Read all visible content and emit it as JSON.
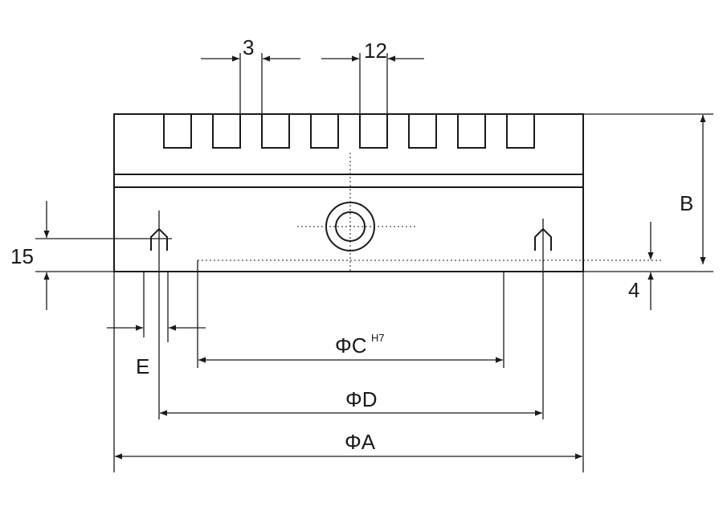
{
  "dimensions": {
    "groove_width": "3",
    "groove_pitch": "12",
    "height_b": "B",
    "offset_15": "15",
    "recess_4": "4",
    "e_label": "E",
    "phi_c": "ΦC",
    "phi_c_tolerance": "H7",
    "phi_d": "ΦD",
    "phi_a": "ΦA"
  },
  "colors": {
    "line": "#1a1a1a",
    "background": "#ffffff"
  }
}
